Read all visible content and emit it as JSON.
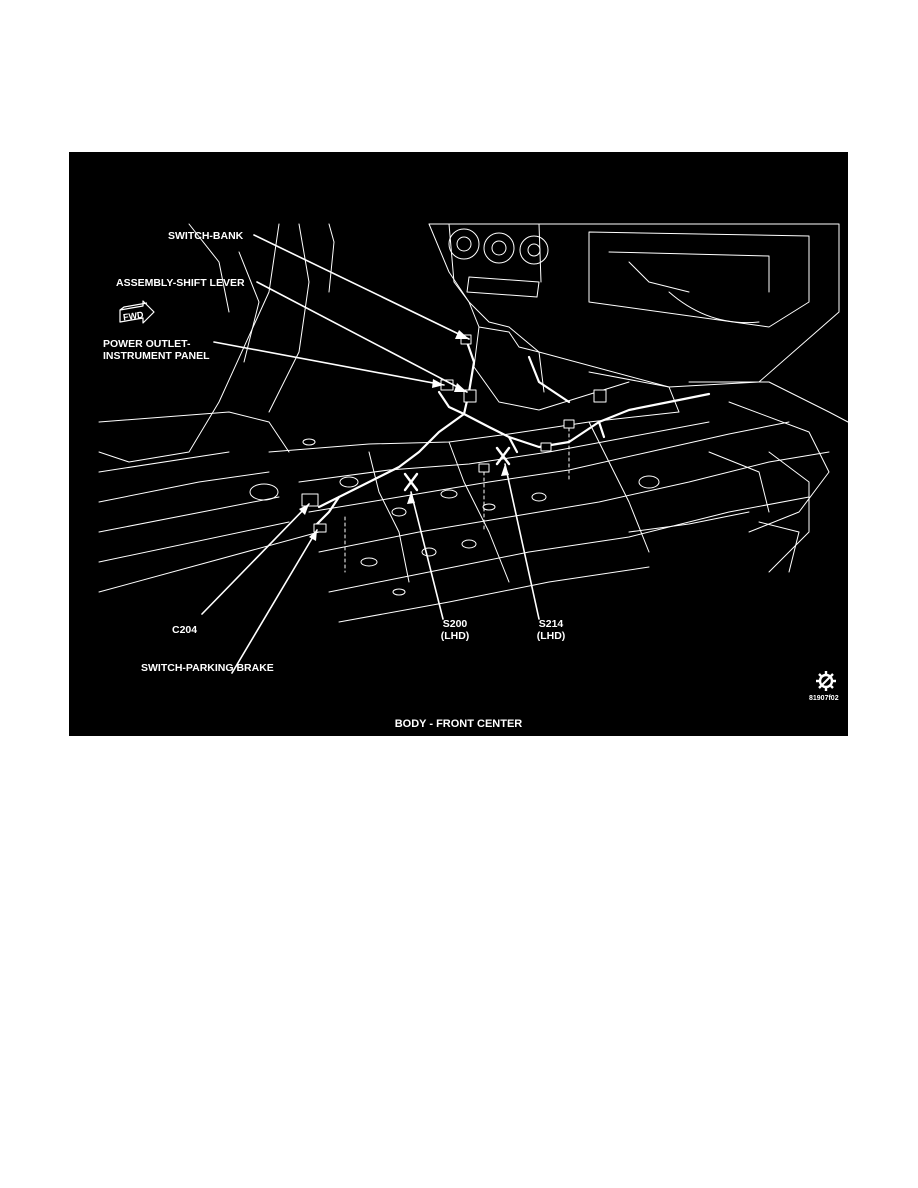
{
  "figure": {
    "caption": "BODY - FRONT CENTER",
    "code": "81907f02",
    "callouts": {
      "switch_bank": "SWITCH-BANK",
      "shift_lever": "ASSEMBLY-SHIFT LEVER",
      "power_outlet_line1": "POWER OUTLET-",
      "power_outlet_line2": "INSTRUMENT PANEL",
      "c204": "C204",
      "parking_brake": "SWITCH-PARKING BRAKE",
      "s200": "S200",
      "s200_sub": "(LHD)",
      "s214": "S214",
      "s214_sub": "(LHD)"
    },
    "fwd_label": "FWD",
    "colors": {
      "background": "#000000",
      "linework": "#ffffff"
    },
    "icons": [
      "fwd-arrow-icon",
      "service-gear-icon"
    ]
  }
}
